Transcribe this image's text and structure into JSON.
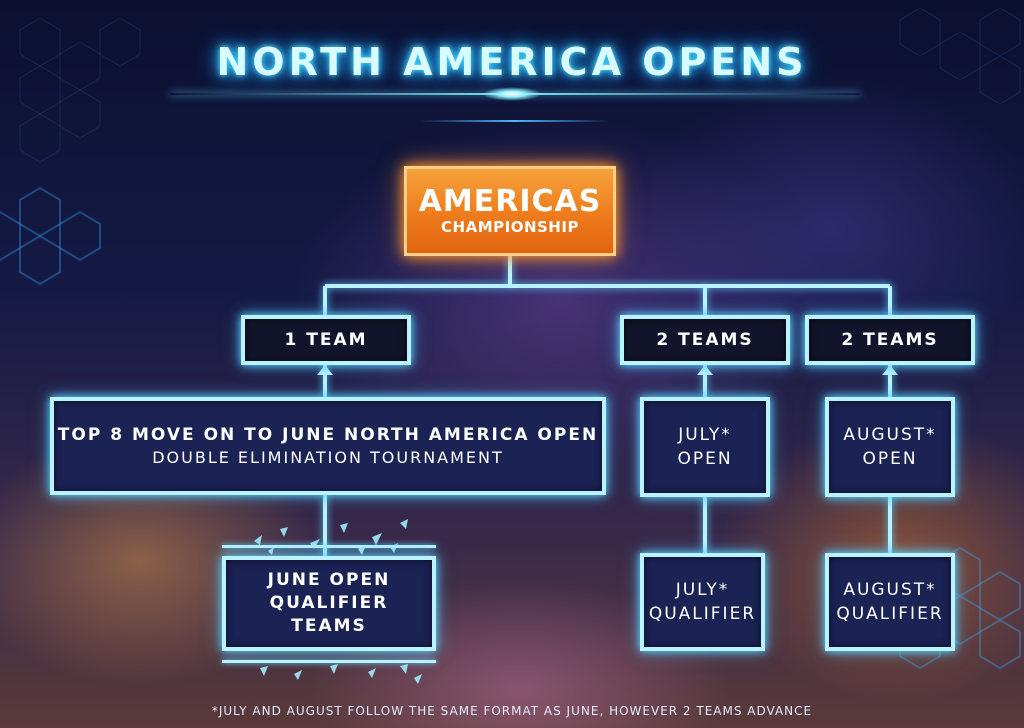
{
  "title": "NORTH AMERICA OPENS",
  "championship": {
    "line1": "AMERICAS",
    "line2": "CHAMPIONSHIP"
  },
  "advance": {
    "june": "1 TEAM",
    "july": "2 TEAMS",
    "august": "2 TEAMS"
  },
  "june_open": {
    "line1": "TOP 8 MOVE ON TO JUNE NORTH AMERICA OPEN",
    "line2": "DOUBLE ELIMINATION TOURNAMENT"
  },
  "july_open": {
    "line1": "JULY*",
    "line2": "OPEN"
  },
  "august_open": {
    "line1": "AUGUST*",
    "line2": "OPEN"
  },
  "june_qualifier": {
    "line1": "JUNE OPEN",
    "line2": "QUALIFIER",
    "line3": "TEAMS"
  },
  "july_qualifier": {
    "line1": "JULY*",
    "line2": "QUALIFIER"
  },
  "august_qualifier": {
    "line1": "AUGUST*",
    "line2": "QUALIFIER"
  },
  "footnote": "*JULY AND AUGUST FOLLOW THE SAME FORMAT AS JUNE, HOWEVER 2 TEAMS ADVANCE",
  "colors": {
    "accent": "#b9f3ff",
    "glow": "#5fd6ff",
    "championship": "#ee7b1c",
    "box_fill": "#1b2254"
  }
}
